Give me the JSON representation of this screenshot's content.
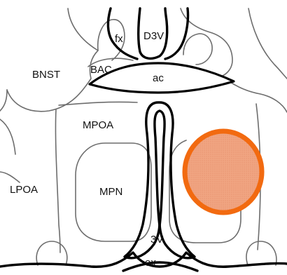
{
  "labels": {
    "fx": "fx",
    "d3v": "D3V",
    "bnst": "BNST",
    "bac": "BAC",
    "ac": "ac",
    "mpoa": "MPOA",
    "lpoa": "LPOA",
    "mpn": "MPN",
    "v3": "3V",
    "ox": "ox"
  },
  "colors": {
    "lesion_fill": "#f0a582",
    "lesion_stroke": "#f26a10",
    "outline": "#6d6d6d",
    "heavy_outline": "#000000"
  }
}
